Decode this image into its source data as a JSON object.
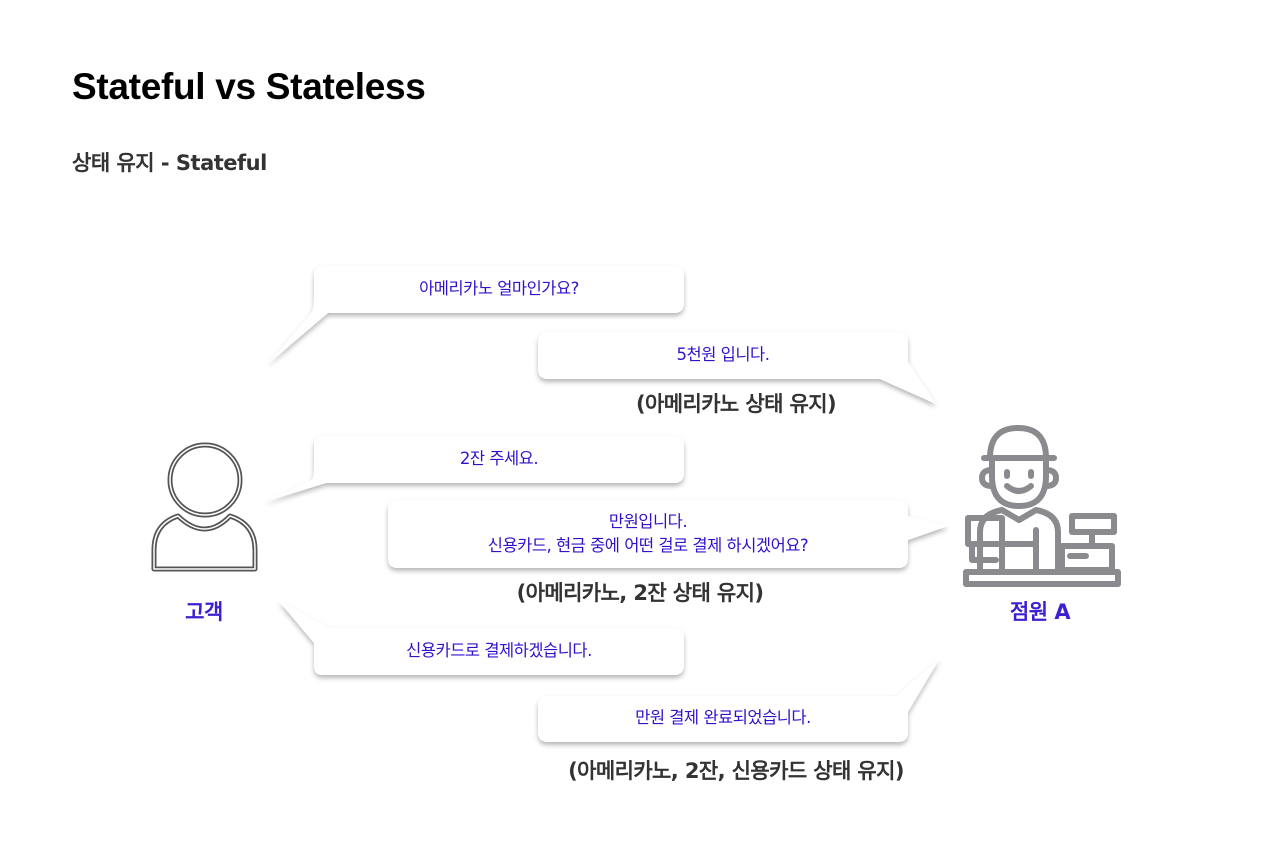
{
  "header": {
    "title": "Stateful vs Stateless",
    "subtitle": "상태 유지 - Stateful"
  },
  "actors": {
    "customer": {
      "label": "고객",
      "icon": "person-icon"
    },
    "clerk": {
      "label": "점원 A",
      "icon": "cashier-clerk-icon"
    }
  },
  "conversation": [
    {
      "speaker": "customer",
      "lines": [
        "아메리카노 얼마인가요?"
      ]
    },
    {
      "speaker": "clerk",
      "lines": [
        "5천원 입니다."
      ],
      "state": "(아메리카노 상태 유지)"
    },
    {
      "speaker": "customer",
      "lines": [
        "2잔 주세요."
      ]
    },
    {
      "speaker": "clerk",
      "lines": [
        "만원입니다.",
        "신용카드, 현금 중에 어떤 걸로 결제 하시겠어요?"
      ],
      "state": "(아메리카노, 2잔 상태 유지)"
    },
    {
      "speaker": "customer",
      "lines": [
        "신용카드로 결제하겠습니다."
      ]
    },
    {
      "speaker": "clerk",
      "lines": [
        "만원 결제 완료되었습니다."
      ],
      "state": "(아메리카노, 2잔, 신용카드 상태 유지)"
    }
  ],
  "colors": {
    "speech_text": "#3311cc",
    "actor_label": "#3b1fd1",
    "state_note": "#333333",
    "icon_stroke": "#555555",
    "clerk_icon": "#8a8a8f"
  }
}
